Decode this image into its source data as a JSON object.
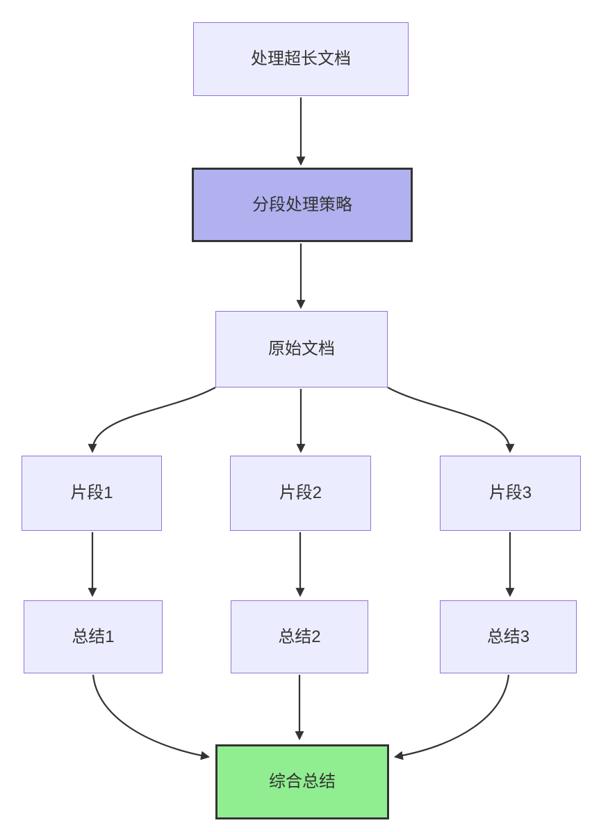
{
  "diagram": {
    "type": "flowchart",
    "direction": "top-down",
    "nodes": {
      "process": {
        "label": "处理超长文档",
        "style": "default"
      },
      "strategy": {
        "label": "分段处理策略",
        "style": "highlight"
      },
      "original": {
        "label": "原始文档",
        "style": "default"
      },
      "frag1": {
        "label": "片段1",
        "style": "default"
      },
      "frag2": {
        "label": "片段2",
        "style": "default"
      },
      "frag3": {
        "label": "片段3",
        "style": "default"
      },
      "sum1": {
        "label": "总结1",
        "style": "default"
      },
      "sum2": {
        "label": "总结2",
        "style": "default"
      },
      "sum3": {
        "label": "总结3",
        "style": "default"
      },
      "combined": {
        "label": "综合总结",
        "style": "success"
      }
    },
    "edges": [
      {
        "from": "process",
        "to": "strategy"
      },
      {
        "from": "strategy",
        "to": "original"
      },
      {
        "from": "original",
        "to": "frag1"
      },
      {
        "from": "original",
        "to": "frag2"
      },
      {
        "from": "original",
        "to": "frag3"
      },
      {
        "from": "frag1",
        "to": "sum1"
      },
      {
        "from": "frag2",
        "to": "sum2"
      },
      {
        "from": "frag3",
        "to": "sum3"
      },
      {
        "from": "sum1",
        "to": "combined"
      },
      {
        "from": "sum2",
        "to": "combined"
      },
      {
        "from": "sum3",
        "to": "combined"
      }
    ],
    "colors": {
      "default_fill": "#ECECFF",
      "default_border": "#9370DB",
      "highlight_fill": "#B1B1F0",
      "highlight_border": "#333333",
      "success_fill": "#90EE90",
      "success_border": "#333333",
      "edge": "#333333",
      "text": "#333333"
    }
  }
}
